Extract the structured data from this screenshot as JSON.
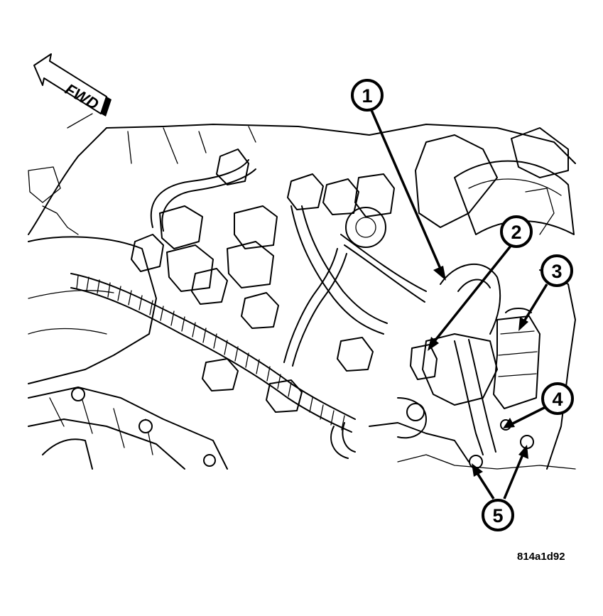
{
  "direction_indicator": {
    "label": "FWD"
  },
  "callouts": [
    {
      "number": "1"
    },
    {
      "number": "2"
    },
    {
      "number": "3"
    },
    {
      "number": "4"
    },
    {
      "number": "5"
    }
  ],
  "figure_code": "814a1d92"
}
